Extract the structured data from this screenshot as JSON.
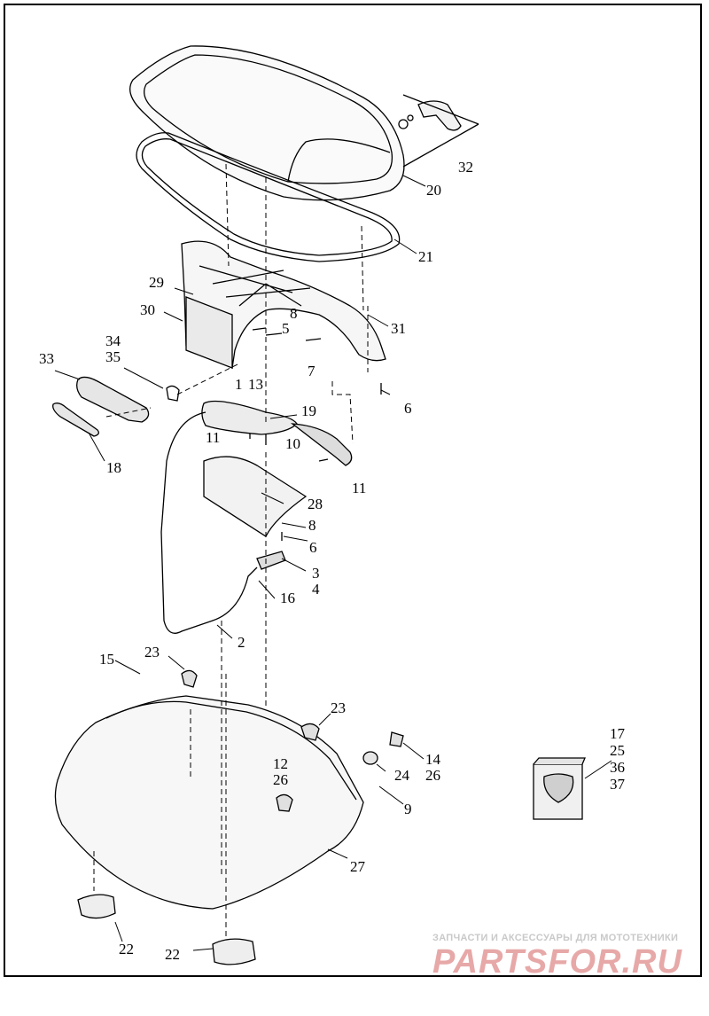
{
  "callouts": {
    "c1": "1",
    "c2": "2",
    "c3": "3",
    "c4": "4",
    "c5": "5",
    "c6a": "6",
    "c6b": "6",
    "c7": "7",
    "c8a": "8",
    "c8b": "8",
    "c9": "9",
    "c10": "10",
    "c11a": "11",
    "c11b": "11",
    "c12": "12",
    "c13": "13",
    "c14": "14",
    "c15": "15",
    "c16": "16",
    "c18": "18",
    "c19": "19",
    "c20": "20",
    "c21": "21",
    "c22a": "22",
    "c22b": "22",
    "c23a": "23",
    "c23b": "23",
    "c24": "24",
    "c26a": "26",
    "c26b": "26",
    "c27": "27",
    "c28": "28",
    "c29": "29",
    "c30": "30",
    "c31": "31",
    "c32": "32",
    "c33": "33",
    "c34": "34",
    "c35": "35"
  },
  "kit_stack": [
    "17",
    "25",
    "36",
    "37"
  ],
  "watermark": {
    "tagline": "ЗАПЧАСТИ И АКСЕССУАРЫ ДЛЯ МОТОТЕХНИКИ",
    "logo": "PARTSFOR.RU"
  }
}
